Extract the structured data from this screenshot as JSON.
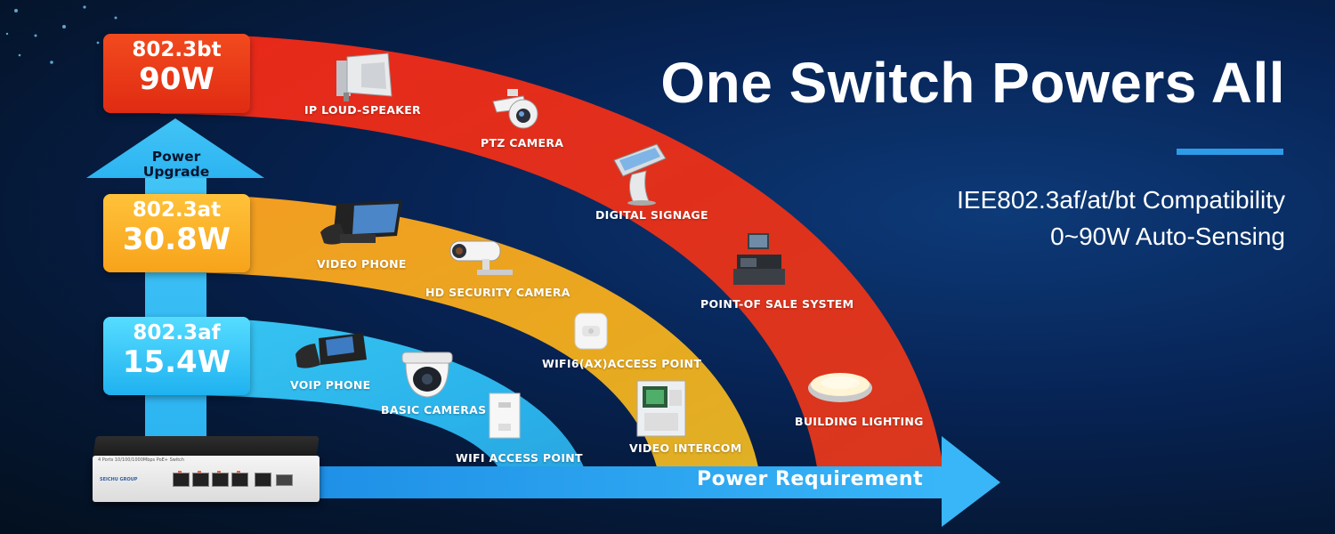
{
  "colors": {
    "bt": "#e4301a",
    "at": "#f7a41f",
    "af": "#1fb2f0",
    "arrow": "#29a7f3",
    "accent_line": "#2e9be8"
  },
  "headline": "One Switch Powers All",
  "subline1": "IEE802.3af/at/bt Compatibility",
  "subline2": "0~90W Auto-Sensing",
  "power_upgrade": {
    "line1": "Power",
    "line2": "Upgrade"
  },
  "x_axis_label": "Power Requirement",
  "tiers": {
    "bt": {
      "standard": "802.3bt",
      "watt": "90W"
    },
    "at": {
      "standard": "802.3at",
      "watt": "30.8W"
    },
    "af": {
      "standard": "802.3af",
      "watt": "15.4W"
    }
  },
  "devices": {
    "ip_loud_speaker": "IP LOUD-SPEAKER",
    "ptz_camera": "PTZ CAMERA",
    "digital_signage": "DIGITAL SIGNAGE",
    "point_of_sale": "POINT-OF SALE SYSTEM",
    "building_lighting": "BUILDING LIGHTING",
    "video_phone": "VIDEO PHONE",
    "hd_security_camera": "HD SECURITY CAMERA",
    "wifi6_access_point": "WIFI6(AX)ACCESS POINT",
    "video_intercom": "VIDEO INTERCOM",
    "voip_phone": "VOIP PHONE",
    "basic_cameras": "BASIC CAMERAS",
    "wifi_access_point": "WIFI ACCESS POINT"
  },
  "switch": {
    "model_text": "4 Ports 10/100/1000Mbps PoE+ Switch",
    "brand_text": "SEICHU GROUP"
  },
  "icons": [
    "speaker-icon",
    "ptz-camera-icon",
    "signage-kiosk-icon",
    "pos-terminal-icon",
    "ceiling-light-icon",
    "video-phone-icon",
    "bullet-camera-icon",
    "ceiling-ap-icon",
    "intercom-icon",
    "voip-phone-icon",
    "dome-camera-icon",
    "wall-ap-icon",
    "poe-switch-icon"
  ]
}
